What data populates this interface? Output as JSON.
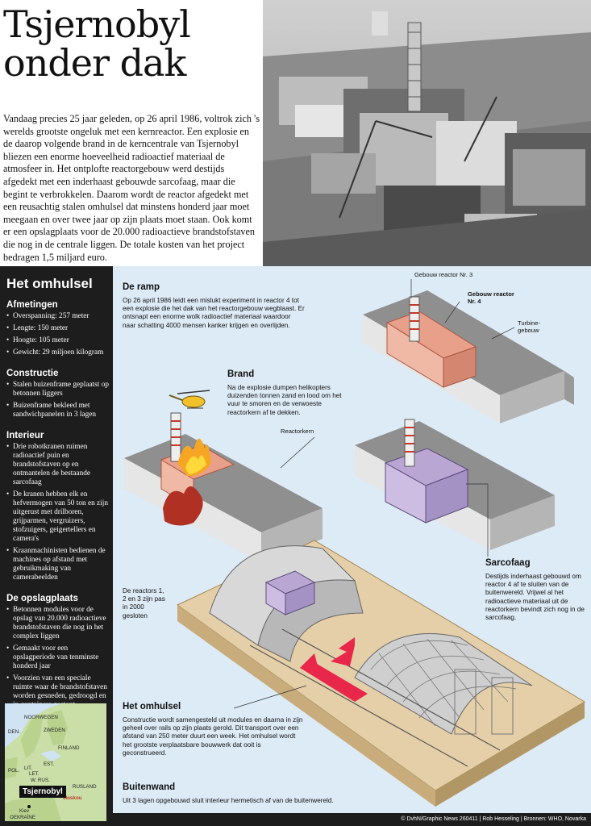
{
  "headline": "Tsjernobyl onder dak",
  "intro": "Vandaag precies 25 jaar geleden, op 26 april 1986, voltrok zich 's werelds grootste ongeluk met een kernreactor. Een explosie en de daarop volgende brand in de kerncentrale van Tsjernobyl bliezen een enorme hoeveelheid radioactief materiaal de atmosfeer in. Het ontplofte reactorgebouw werd destijds afgedekt met een inderhaast gebouwde sarcofaag, maar die begint te verbrokkelen. Daarom wordt de reactor afgedekt met een reusachtig stalen omhulsel dat minstens honderd jaar moet meegaan en over twee jaar op zijn plaats moet staan. Ook komt er een opslagplaats voor de 20.000 radioactieve brandstofstaven die nog in de centrale liggen. De totale kosten van het project bedragen 1,5 miljard euro.",
  "sidebar": {
    "title": "Het omhulsel",
    "sections": [
      {
        "heading": "Afmetingen",
        "items": [
          "Overspanning: 257 meter",
          "Lengte: 150 meter",
          "Hoogte: 105 meter",
          "Gewicht: 29 miljoen kilogram"
        ]
      },
      {
        "heading": "Constructie",
        "items": [
          "Stalen buizenframe geplaatst op betonnen liggers",
          "Buizenframe bekleed met sandwichpanelen in 3 lagen"
        ]
      },
      {
        "heading": "Interieur",
        "items": [
          "Drie robotkranen ruimen radioactief puin en brandstofstaven op en ontmantelen de bestaande sarcofaag",
          "De kranen hebben elk en hefvermogen van 50 ton en zijn uitgerust met drilboren, grijparmen, vergruizers, stofzuigers, geigertellers en camera's",
          "Kraanmachinisten bedienen de machines op afstand met gebruikmaking van camerabeelden"
        ]
      },
      {
        "heading": "De opslagplaats",
        "items": [
          "Betonnen modules voor de opslag van 20.000 radioactieve brandstofstaven die nog in het complex liggen",
          "Gemaakt voor een opslagperiode van tenminste honderd jaar",
          "Voorzien van een speciale ruimte waar de brandstofstaven worden gesneden, gedroogd en in containers gestopt"
        ]
      }
    ]
  },
  "map": {
    "labels": [
      "NOORWEGEN",
      "ZWEDEN",
      "DEN.",
      "FINLAND",
      "EST.",
      "LET.",
      "LIT.",
      "POL.",
      "W. RUS.",
      "RUSLAND",
      "Moskou",
      "Kiev",
      "OEKRAÏNE"
    ],
    "tag": "Tsjernobyl"
  },
  "panel": {
    "ramp_title": "De ramp",
    "ramp_text": "Op 26 april 1986 leidt een mislukt experiment in reactor 4 tot een explosie die het dak van het reactorgebouw wegblaast. Er ontsnapt een enorme wolk radioactief materiaal waardoor naar schatting 4000 mensen kanker krijgen en overlijden.",
    "label_r3": "Gebouw reactor Nr. 3",
    "label_r4": "Gebouw reactor Nr. 4",
    "label_turbine": "Turbine-gebouw",
    "brand_title": "Brand",
    "brand_text": "Na de explosie dumpen helikopters duizenden tonnen zand en lood om het vuur te smoren en de verwoeste reactorkern af te dekken.",
    "label_core": "Reactorkern",
    "sarc_title": "Sarcofaag",
    "sarc_text": "Destijds inderhaast gebouwd om reactor 4 af te sluiten van de buitenwereld. Vrijwel al het radioactieve materiaal uit de reactorkern bevindt zich nog in de sarcofaag.",
    "closed_text": "De reactors 1, 2 en 3 zijn pas in 2000 gesloten",
    "shell_title": "Het omhulsel",
    "shell_text": "Constructie wordt samengesteld uit modules en daarna in zijn geheel over rails op zijn plaats gerold. Dit transport over een afstand van 250 meter duurt een week. Het omhulsel wordt het grootste verplaatsbare bouwwerk dat ooit is geconstrueerd.",
    "wall_title": "Buitenwand",
    "wall_text": "Uit 3 lagen opgebouwd sluit interieur hermetisch af van de buitenwereld."
  },
  "footer": "© DvhN/Graphic News 260411 | Rob Hesseling | Bronnen: WHO, Novarka",
  "colors": {
    "sidebar_bg": "#1d1d1d",
    "panel_bg": "#ddebf6",
    "reactor4": "#e8a08a",
    "sarcophagus": "#b9a6d2",
    "arrow": "#e8274b",
    "fire": "#f5a623"
  }
}
